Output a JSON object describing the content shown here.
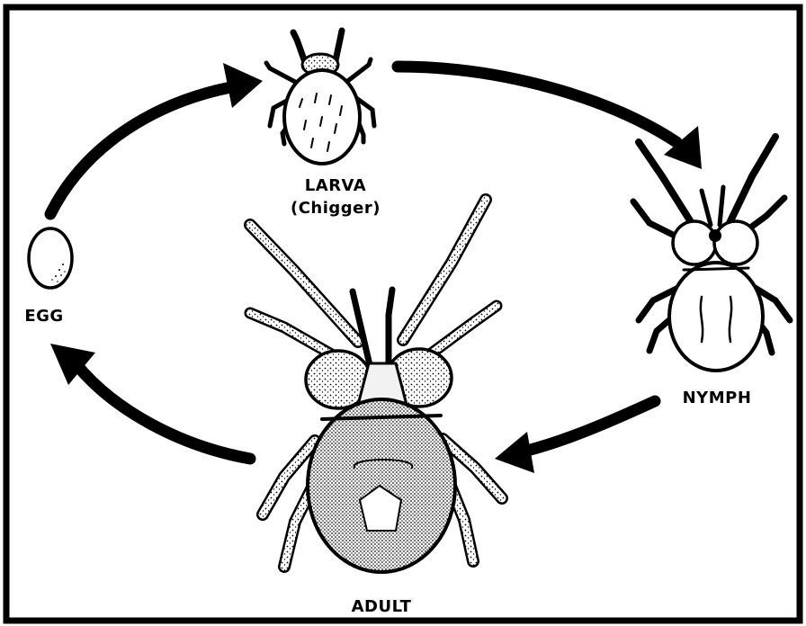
{
  "diagram": {
    "stages": {
      "larva": {
        "label": "LARVA",
        "sublabel": "(Chigger)"
      },
      "egg": {
        "label": "EGG"
      },
      "nymph": {
        "label": "NYMPH"
      },
      "adult": {
        "label": "ADULT"
      }
    },
    "colors": {
      "ink": "#000000",
      "paper": "#ffffff",
      "shell": "#f2f2f2"
    }
  }
}
